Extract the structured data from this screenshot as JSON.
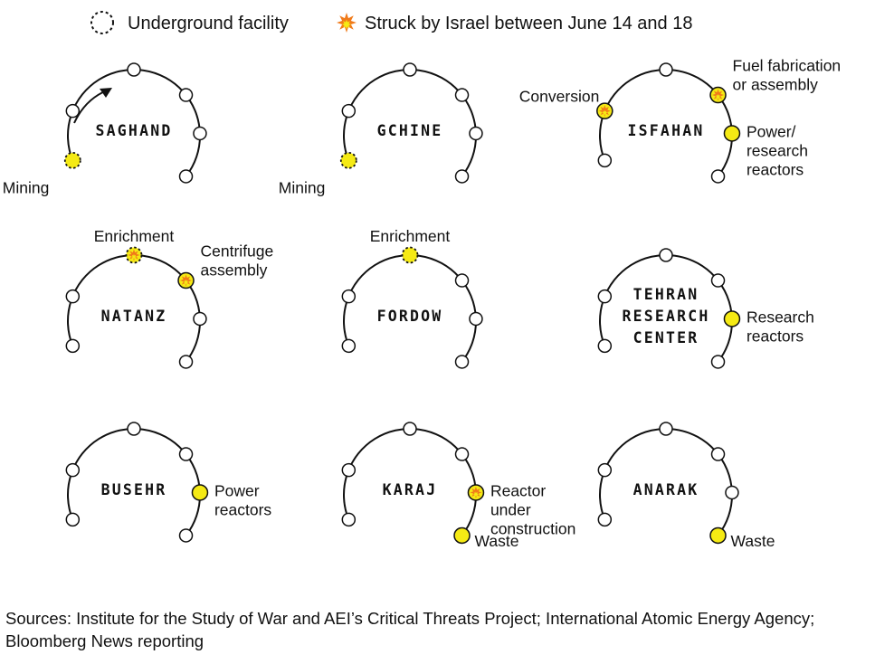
{
  "legend": {
    "underground": "Underground facility",
    "struck": "Struck by Israel between June 14 and 18"
  },
  "icons": {
    "underground": "dashed-circle-icon",
    "struck": "explosion-icon"
  },
  "colors": {
    "site_node": "#f5ea14",
    "explosion": "#f07a1a",
    "arc": "#111111",
    "node_empty": "#ffffff"
  },
  "facilities": [
    {
      "name": [
        "SAGHAND"
      ],
      "arrow": true,
      "stages": [
        {
          "node": 0,
          "fill": "yellow",
          "underground": true,
          "struck": false,
          "label": [
            "Mining"
          ]
        }
      ]
    },
    {
      "name": [
        "GCHINE"
      ],
      "stages": [
        {
          "node": 0,
          "fill": "yellow",
          "underground": true,
          "struck": false,
          "label": [
            "Mining"
          ]
        }
      ]
    },
    {
      "name": [
        "ISFAHAN"
      ],
      "stages": [
        {
          "node": 1,
          "fill": "yellow",
          "underground": false,
          "struck": true,
          "label": [
            "Conversion"
          ]
        },
        {
          "node": 3,
          "fill": "yellow",
          "underground": false,
          "struck": true,
          "label": [
            "Fuel fabrication",
            "or assembly"
          ]
        },
        {
          "node": 4,
          "fill": "yellow",
          "underground": false,
          "struck": false,
          "label": [
            "Power/",
            "research",
            "reactors"
          ]
        }
      ]
    },
    {
      "name": [
        "NATANZ"
      ],
      "stages": [
        {
          "node": 2,
          "fill": "yellow",
          "underground": true,
          "struck": true,
          "label": [
            "Enrichment"
          ]
        },
        {
          "node": 3,
          "fill": "yellow",
          "underground": false,
          "struck": true,
          "label": [
            "Centrifuge",
            "assembly"
          ]
        }
      ]
    },
    {
      "name": [
        "FORDOW"
      ],
      "stages": [
        {
          "node": 2,
          "fill": "yellow",
          "underground": true,
          "struck": false,
          "label": [
            "Enrichment"
          ]
        }
      ]
    },
    {
      "name": [
        "TEHRAN",
        "RESEARCH",
        "CENTER"
      ],
      "stages": [
        {
          "node": 4,
          "fill": "yellow",
          "underground": false,
          "struck": false,
          "label": [
            "Research",
            "reactors"
          ]
        }
      ]
    },
    {
      "name": [
        "BUSEHR"
      ],
      "stages": [
        {
          "node": 4,
          "fill": "yellow",
          "underground": false,
          "struck": false,
          "label": [
            "Power",
            "reactors"
          ]
        }
      ]
    },
    {
      "name": [
        "KARAJ"
      ],
      "stages": [
        {
          "node": 4,
          "fill": "yellow",
          "underground": false,
          "struck": true,
          "label": [
            "Reactor",
            "under",
            "construction"
          ]
        },
        {
          "node": 5,
          "fill": "yellow",
          "underground": false,
          "struck": false,
          "label": [
            "Waste"
          ]
        }
      ]
    },
    {
      "name": [
        "ANARAK"
      ],
      "stages": [
        {
          "node": 5,
          "fill": "yellow",
          "underground": false,
          "struck": false,
          "label": [
            "Waste"
          ]
        }
      ]
    }
  ],
  "sources": "Sources: Institute for the Study of War and AEI’s Critical Threats Project; International Atomic Energy Agency; Bloomberg News reporting"
}
